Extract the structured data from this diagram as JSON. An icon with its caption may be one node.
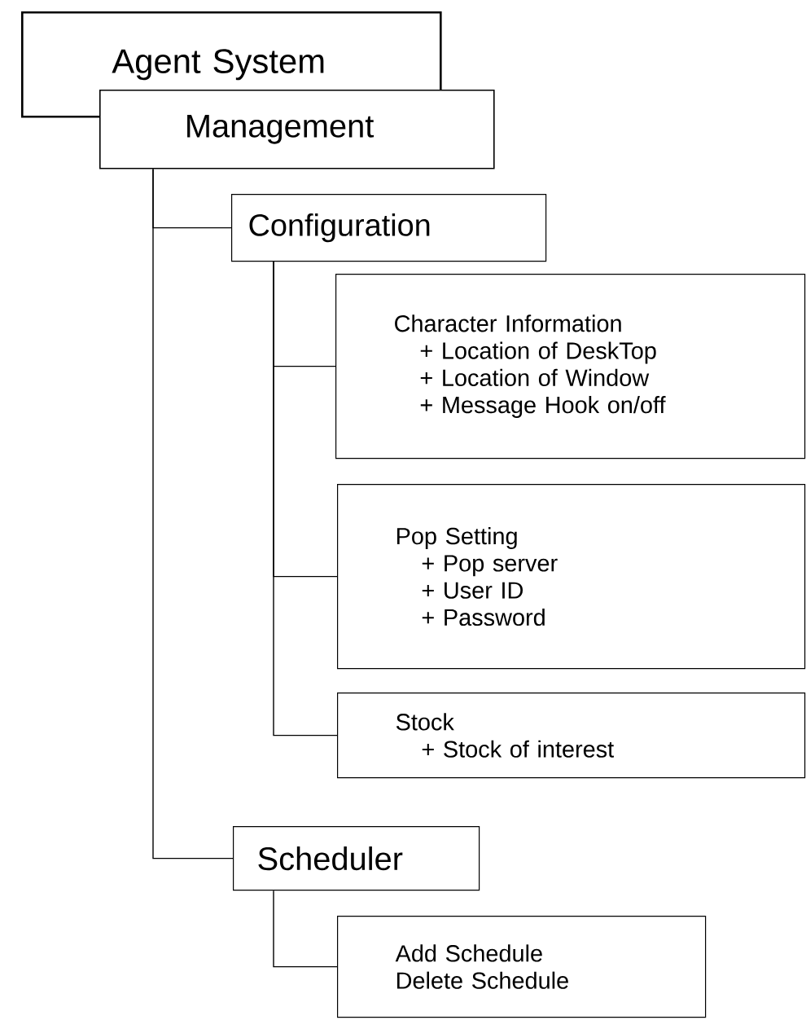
{
  "diagram": {
    "nodes": [
      {
        "text": [
          "Agent System"
        ]
      },
      {
        "text": [
          "Management"
        ]
      },
      {
        "text": [
          "Configuration"
        ]
      },
      {
        "text": [
          "Character Information",
          "+ Location of DeskTop",
          "+ Location of Window",
          "+ Message Hook on/off"
        ]
      },
      {
        "text": [
          "Pop Setting",
          "+ Pop server",
          "+ User ID",
          "+ Password"
        ]
      },
      {
        "text": [
          "Stock",
          "+ Stock of interest"
        ]
      },
      {
        "text": [
          "Scheduler"
        ]
      },
      {
        "text": [
          "Add Schedule",
          "Delete Schedule"
        ]
      }
    ],
    "edges": [
      {
        "from": 1,
        "to": 2,
        "arrow": "none"
      },
      {
        "from": 1,
        "to": 6,
        "arrow": "none"
      },
      {
        "from": 2,
        "to": 3,
        "arrow": "none"
      },
      {
        "from": 2,
        "to": 4,
        "arrow": "none"
      },
      {
        "from": 2,
        "to": 5,
        "arrow": "none"
      },
      {
        "from": 6,
        "to": 7,
        "arrow": "none"
      }
    ]
  }
}
